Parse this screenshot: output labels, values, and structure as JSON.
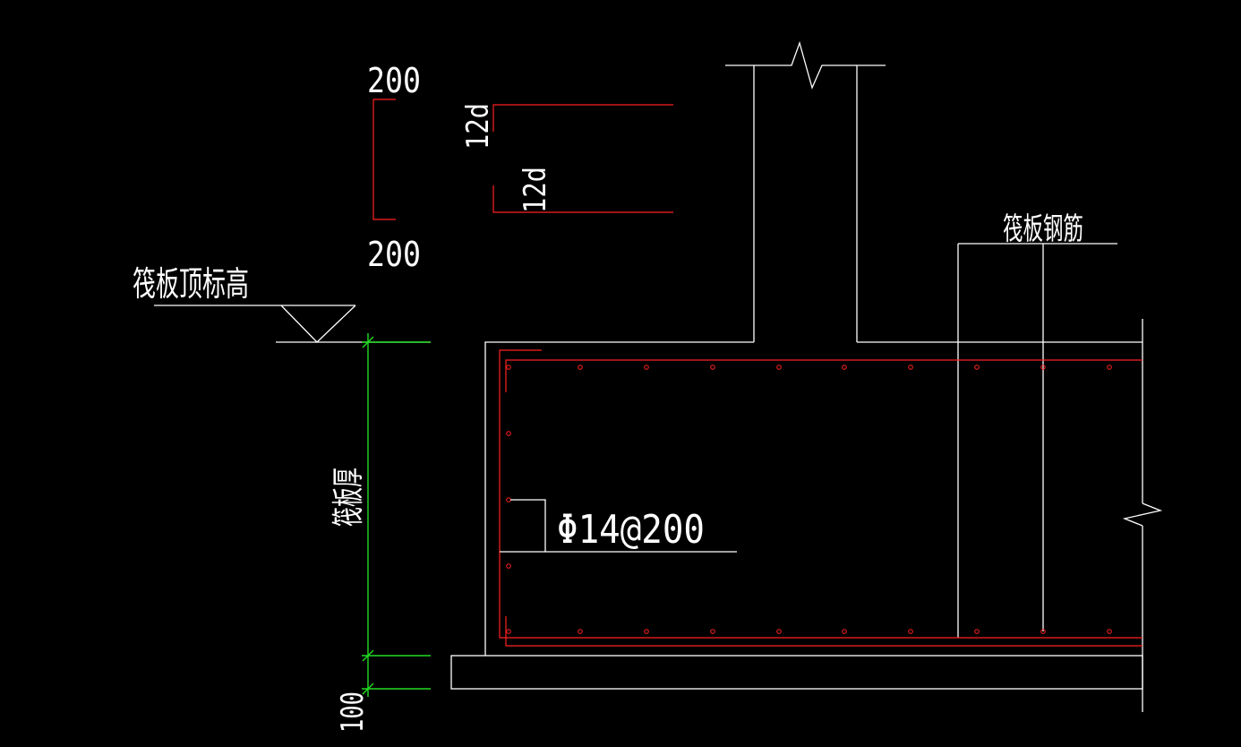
{
  "labels": {
    "dim_top": "200",
    "dim_bottom": "200",
    "lap_upper": "12d",
    "lap_lower": "12d",
    "raft_rebar": "筏板钢筋",
    "raft_top_elevation": "筏板顶标高",
    "rebar_spec": "Φ14@200",
    "raft_thickness": "筏板厚",
    "cushion_thickness": "100"
  },
  "colors": {
    "background": "#000000",
    "outline": "#ffffff",
    "rebar": "#ff2020",
    "dimension": "#22dd22"
  }
}
